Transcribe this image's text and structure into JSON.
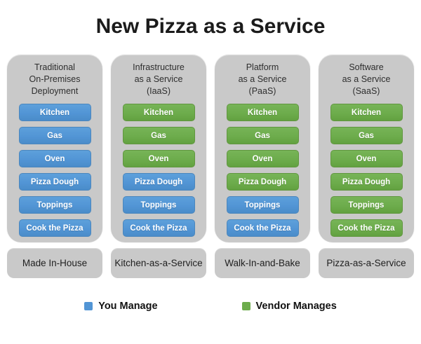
{
  "title": "New Pizza as a Service",
  "colors": {
    "you_manage_blue": "#5295d5",
    "vendor_manages_green": "#6dac4c",
    "panel_gray": "#c9c9c9"
  },
  "columns": [
    {
      "id": "on-premises",
      "header_lines": [
        "Traditional",
        "On-Premises",
        "Deployment"
      ],
      "items": [
        {
          "label": "Kitchen",
          "managed_by": "you"
        },
        {
          "label": "Gas",
          "managed_by": "you"
        },
        {
          "label": "Oven",
          "managed_by": "you"
        },
        {
          "label": "Pizza Dough",
          "managed_by": "you"
        },
        {
          "label": "Toppings",
          "managed_by": "you"
        },
        {
          "label": "Cook the Pizza",
          "managed_by": "you"
        }
      ],
      "footer": "Made In-House"
    },
    {
      "id": "iaas",
      "header_lines": [
        "Infrastructure",
        "as a Service",
        "(IaaS)"
      ],
      "items": [
        {
          "label": "Kitchen",
          "managed_by": "vendor"
        },
        {
          "label": "Gas",
          "managed_by": "vendor"
        },
        {
          "label": "Oven",
          "managed_by": "vendor"
        },
        {
          "label": "Pizza Dough",
          "managed_by": "you"
        },
        {
          "label": "Toppings",
          "managed_by": "you"
        },
        {
          "label": "Cook the Pizza",
          "managed_by": "you"
        }
      ],
      "footer": "Kitchen-as-a-Service"
    },
    {
      "id": "paas",
      "header_lines": [
        "Platform",
        "as a Service",
        "(PaaS)"
      ],
      "items": [
        {
          "label": "Kitchen",
          "managed_by": "vendor"
        },
        {
          "label": "Gas",
          "managed_by": "vendor"
        },
        {
          "label": "Oven",
          "managed_by": "vendor"
        },
        {
          "label": "Pizza Dough",
          "managed_by": "vendor"
        },
        {
          "label": "Toppings",
          "managed_by": "you"
        },
        {
          "label": "Cook the Pizza",
          "managed_by": "you"
        }
      ],
      "footer": "Walk-In-and-Bake"
    },
    {
      "id": "saas",
      "header_lines": [
        "Software",
        "as a Service",
        "(SaaS)"
      ],
      "items": [
        {
          "label": "Kitchen",
          "managed_by": "vendor"
        },
        {
          "label": "Gas",
          "managed_by": "vendor"
        },
        {
          "label": "Oven",
          "managed_by": "vendor"
        },
        {
          "label": "Pizza Dough",
          "managed_by": "vendor"
        },
        {
          "label": "Toppings",
          "managed_by": "vendor"
        },
        {
          "label": "Cook the Pizza",
          "managed_by": "vendor"
        }
      ],
      "footer": "Pizza-as-a-Service"
    }
  ],
  "legend": [
    {
      "label": "You Manage",
      "managed_by": "you"
    },
    {
      "label": "Vendor Manages",
      "managed_by": "vendor"
    }
  ]
}
